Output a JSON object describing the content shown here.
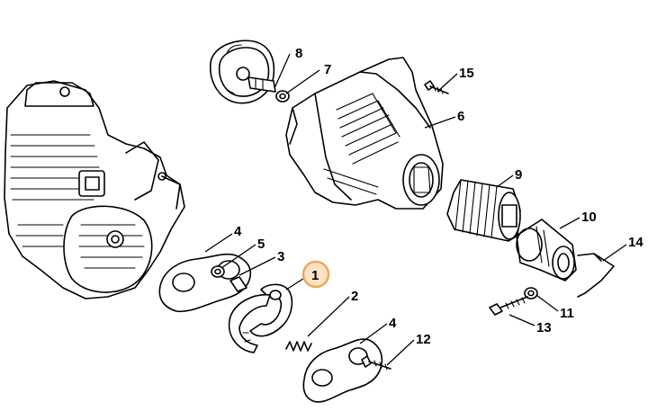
{
  "callouts": [
    {
      "id": "c1",
      "label": "1",
      "highlighted": true
    },
    {
      "id": "c2",
      "label": "2"
    },
    {
      "id": "c3",
      "label": "3"
    },
    {
      "id": "c4a",
      "label": "4"
    },
    {
      "id": "c4b",
      "label": "4"
    },
    {
      "id": "c5",
      "label": "5"
    },
    {
      "id": "c6",
      "label": "6"
    },
    {
      "id": "c7",
      "label": "7"
    },
    {
      "id": "c8",
      "label": "8"
    },
    {
      "id": "c9",
      "label": "9"
    },
    {
      "id": "c10",
      "label": "10"
    },
    {
      "id": "c11",
      "label": "11"
    },
    {
      "id": "c12",
      "label": "12"
    },
    {
      "id": "c13",
      "label": "13"
    },
    {
      "id": "c14",
      "label": "14"
    },
    {
      "id": "c15",
      "label": "15"
    }
  ],
  "colors": {
    "line": "#000000",
    "background": "#ffffff",
    "highlight_fill": "#fbe3c8",
    "highlight_stroke": "#f0a85a"
  }
}
